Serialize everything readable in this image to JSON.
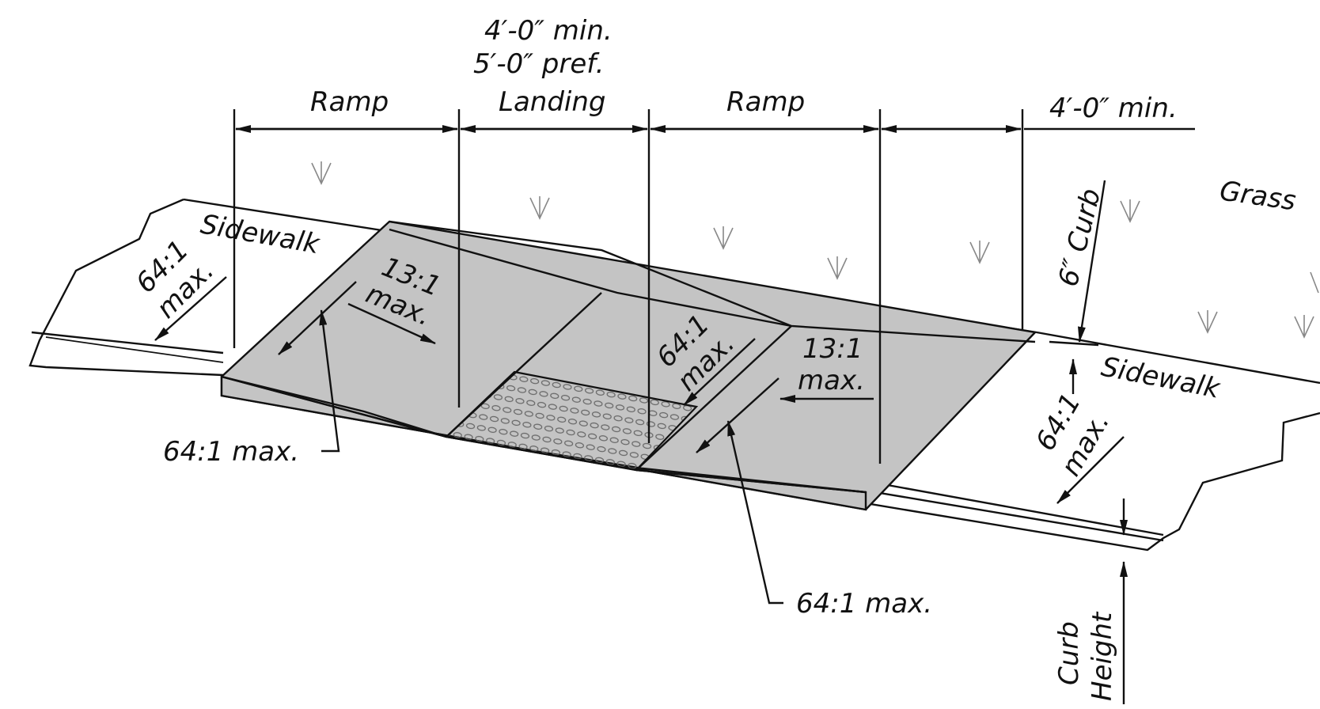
{
  "diagram": {
    "labels": {
      "ramp_left": "Ramp",
      "landing": "Landing",
      "ramp_right": "Ramp",
      "landing_dim_min": "4′-0″ min.",
      "landing_dim_pref": "5′-0″ pref.",
      "right_dim": "4′-0″ min.",
      "grass": "Grass",
      "curb_6": "6″ Curb",
      "sidewalk_left": "Sidewalk",
      "sidewalk_right": "Sidewalk",
      "slope_64_left_a": "64:1",
      "slope_64_left_b": "max.",
      "slope_13_left_a": "13:1",
      "slope_13_left_b": "max.",
      "slope_64_center_a": "64:1",
      "slope_64_center_b": "max.",
      "slope_13_right_a": "13:1",
      "slope_13_right_b": "max.",
      "slope_64_right_a": "64:1",
      "slope_64_right_b": "max.",
      "callout_left": "64:1 max.",
      "callout_right": "64:1 max.",
      "curb_height_a": "Curb",
      "curb_height_b": "Height"
    },
    "colors": {
      "ramp_fill": "#c4c4c4",
      "line": "#111111",
      "grass_symbol": "#888888"
    }
  }
}
